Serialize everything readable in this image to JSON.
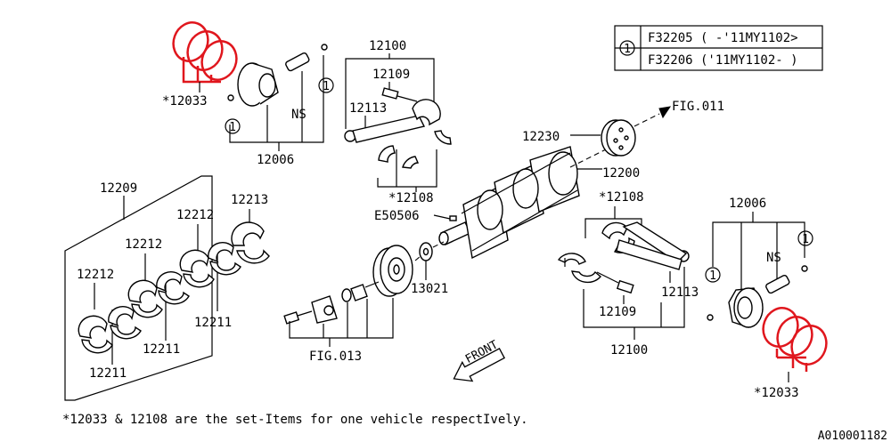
{
  "legend": {
    "marker": "1",
    "rows": [
      "F32205 ( -'11MY1102>",
      "F32206 ('11MY1102- )"
    ]
  },
  "labels": {
    "ring_left": "*12033",
    "ring_right": "*12033",
    "piston_left": "12006",
    "piston_right": "12006",
    "ns_left": "NS",
    "ns_right": "NS",
    "rod_top": "12100",
    "rod_bottom": "12100",
    "bolt_top": "12109",
    "bolt_bottom": "12109",
    "nut_top": "12113",
    "nut_bottom": "12113",
    "bearing_set_top": "*12108",
    "bearing_set_right": "*12108",
    "bearing_group": "12209",
    "bearing_a1": "12212",
    "bearing_a2": "12212",
    "bearing_a3": "12212",
    "bearing_b1": "12211",
    "bearing_b2": "12211",
    "bearing_b3": "12211",
    "bearing_c": "12213",
    "gear": "12230",
    "crankshaft": "12200",
    "fig_ref_top": "FIG.011",
    "key": "E50506",
    "washer": "13021",
    "fig_ref_bottom": "FIG.013",
    "front_arrow": "FRONT",
    "circle_1": "1"
  },
  "footnote": "*12033 & 12108 are the set-Items for one vehicle respectIvely.",
  "diagram_id": "A010001182",
  "colors": {
    "highlight": "#e0161d",
    "ink": "#000000"
  }
}
